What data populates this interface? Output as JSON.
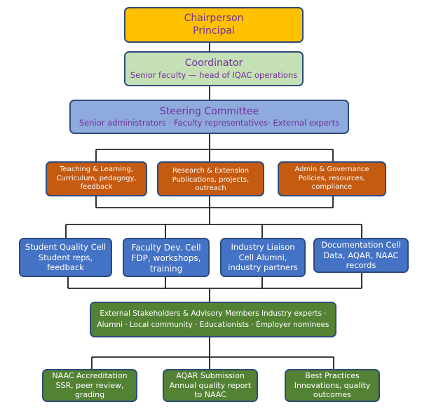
{
  "colors": {
    "chair": "#FFC000",
    "coordinator": "#C5E0B4",
    "steering": "#8FAADC",
    "domain": "#C55A11",
    "cell": "#4472C4",
    "stakeholder": "#548235",
    "outcome": "#548235",
    "connector": "#000000",
    "text_accent": "#7030A0"
  },
  "chair": {
    "title": "Chairperson",
    "subtitle": "Principal"
  },
  "coordinator": {
    "title": "Coordinator",
    "subtitle": "Senior faculty — head of IQAC operations"
  },
  "steering": {
    "title": "Steering Committee",
    "subtitle": "Senior administrators · Faculty representatives· External experts"
  },
  "domains": [
    {
      "lines": [
        "Teaching & Learning,",
        "Curriculum, pedagogy,",
        "feedback"
      ]
    },
    {
      "lines": [
        "Research & Extension",
        "Publications, projects,",
        "outreach"
      ]
    },
    {
      "lines": [
        "Admin & Governance",
        "Policies, resources,",
        "compliance"
      ]
    }
  ],
  "cells": [
    {
      "lines": [
        "Student Quality Cell",
        "Student reps,",
        "feedback"
      ]
    },
    {
      "lines": [
        "Faculty Dev. Cell",
        "FDP, workshops,",
        "training"
      ]
    },
    {
      "lines": [
        "Industry Liaison",
        "Cell Alumni,",
        "industry partners"
      ]
    },
    {
      "lines": [
        "Documentation Cell",
        "Data, AQAR, NAAC",
        "records"
      ]
    }
  ],
  "stakeholders": {
    "lines": [
      "External Stakeholders & Advisory Members Industry experts ·",
      "Alumni · Local community · Educationists · Employer nominees"
    ]
  },
  "outcomes": [
    {
      "lines": [
        "NAAC Accreditation",
        "SSR, peer review,",
        "grading"
      ]
    },
    {
      "lines": [
        "AQAR Submission",
        "Annual quality report",
        "to NAAC"
      ]
    },
    {
      "lines": [
        "Best Practices",
        "Innovations, quality",
        "outcomes"
      ]
    }
  ]
}
